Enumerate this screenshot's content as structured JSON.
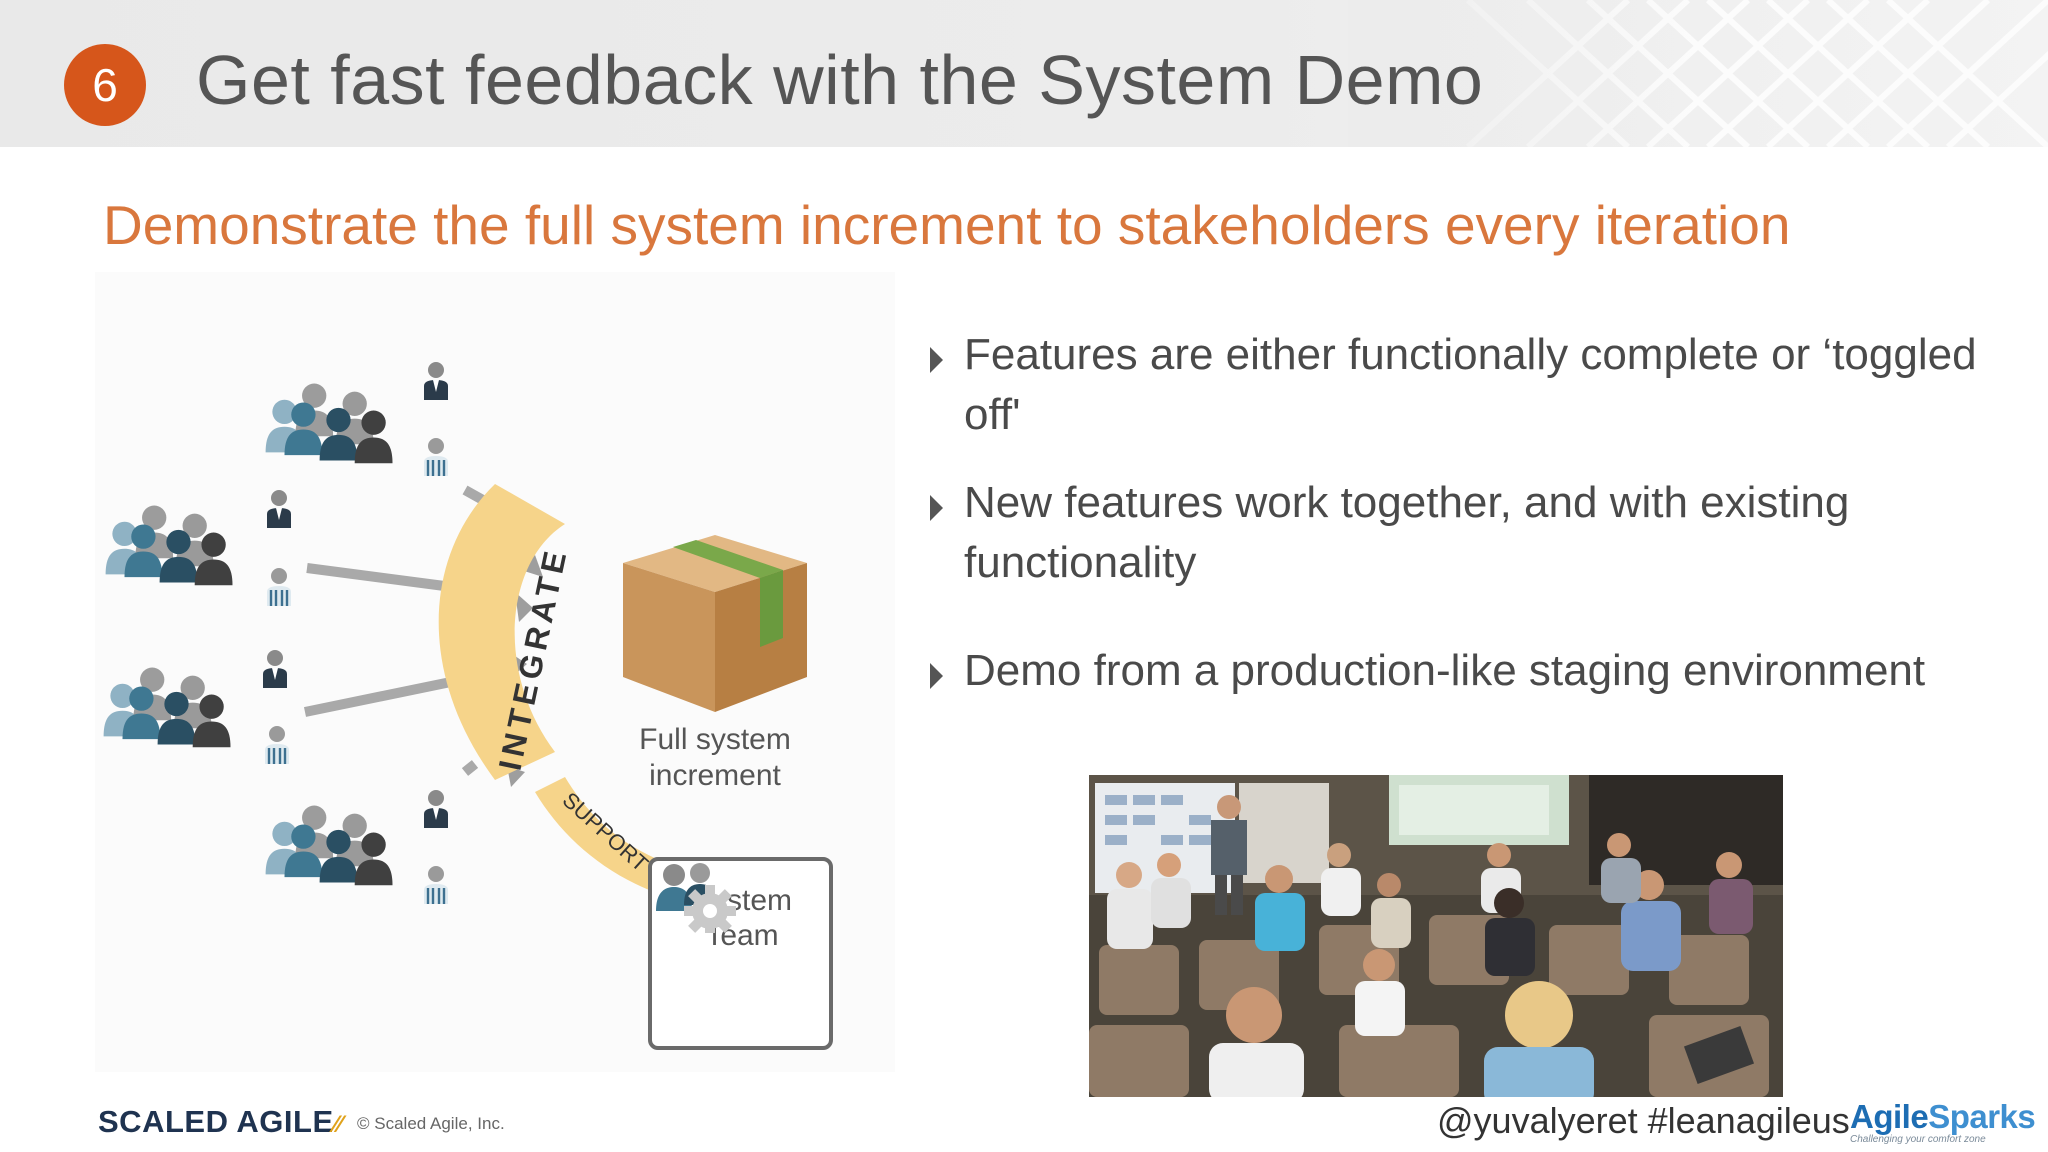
{
  "header": {
    "step_number": "6",
    "title": "Get fast feedback with the System Demo"
  },
  "subtitle": "Demonstrate the full system increment to stakeholders every iteration",
  "diagram": {
    "arc_label": "INTEGRATE",
    "support_label": "SUPPORT",
    "increment_label": "Full system increment",
    "team_label": "System Team"
  },
  "bullets": [
    "Features are either functionally complete or ‘toggled off'",
    "New features work together, and with existing functionality",
    "Demo from a production-like staging environment"
  ],
  "footer": {
    "logo": "SCALED AGILE",
    "copyright": "© Scaled Agile, Inc.",
    "handle": "@yuvalyeret #leanagileus",
    "sparks_name_1": "Agile",
    "sparks_name_2": "Sparks",
    "sparks_tagline": "Challenging your comfort zone"
  },
  "colors": {
    "accent_orange": "#d6561b",
    "subtitle_orange": "#d9773d",
    "arc_yellow": "#f6d48a",
    "box_brown": "#c9955b",
    "tape_green": "#7aa84a"
  },
  "icons": [
    "team-group-icon",
    "business-person-icon",
    "box-icon",
    "gear-icon",
    "bullet-arrow-icon"
  ]
}
